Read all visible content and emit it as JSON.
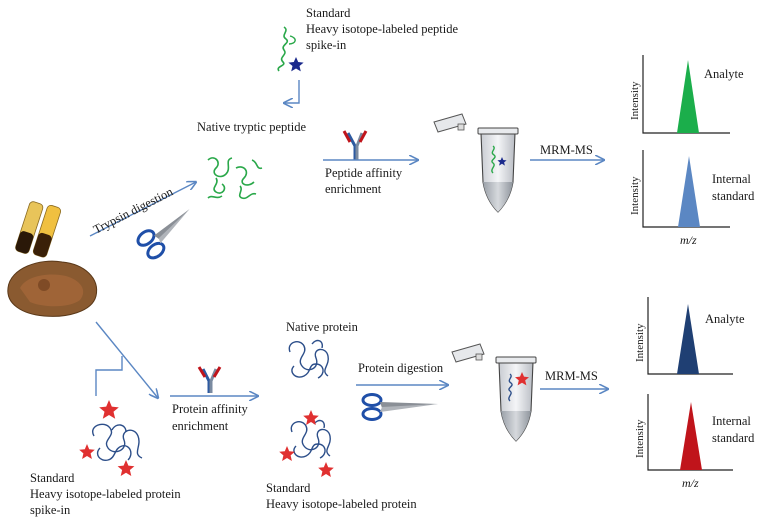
{
  "top_workflow": {
    "spike_in": {
      "line1": "Standard",
      "line2": "Heavy isotope-labeled peptide",
      "line3": "spike-in"
    },
    "native_peptide_label": "Native tryptic peptide",
    "trypsin_label": "Trypsin digestion",
    "enrichment": {
      "line1": "Peptide affinity",
      "line2": "enrichment"
    },
    "mrm_label": "MRM-MS",
    "spectra": [
      {
        "title": "Analyte",
        "ylabel": "Intensity",
        "color": "#1bae4b"
      },
      {
        "title_line1": "Internal",
        "title_line2": "standard",
        "ylabel": "Intensity",
        "xlabel": "m/z",
        "color": "#5b87c3"
      }
    ]
  },
  "bottom_workflow": {
    "native_protein_label": "Native protein",
    "spike_in": {
      "line1": "Standard",
      "line2": "Heavy isotope-labeled protein",
      "line3": "spike-in"
    },
    "enrichment": {
      "line1": "Protein affinity",
      "line2": "enrichment"
    },
    "digestion_label": "Protein digestion",
    "standard_label": {
      "line1": "Standard",
      "line2": "Heavy isotope-labeled protein"
    },
    "mrm_label": "MRM-MS",
    "spectra": [
      {
        "title": "Analyte",
        "ylabel": "Intensity",
        "color": "#1f3f73"
      },
      {
        "title_line1": "Internal",
        "title_line2": "standard",
        "ylabel": "Intensity",
        "xlabel": "m/z",
        "color": "#c0141b"
      }
    ]
  },
  "colors": {
    "arrow": "#5b87c3",
    "peptide": "#2aa84a",
    "protein": "#2d4f8a",
    "heavy_star_peptide": "#1b2a8c",
    "heavy_star_protein": "#e03030"
  }
}
